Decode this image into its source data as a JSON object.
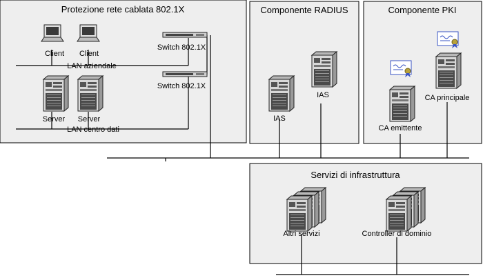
{
  "panels": {
    "wired": {
      "title": "Protezione rete cablata 802.1X"
    },
    "radius": {
      "title": "Componente RADIUS"
    },
    "pki": {
      "title": "Componente PKI"
    },
    "infra": {
      "title": "Servizi di infrastruttura"
    }
  },
  "labels": {
    "client1": "Client",
    "client2": "Client",
    "switch1": "Switch 802.1X",
    "switch2": "Switch 802.1X",
    "lan_corporate": "LAN aziendale",
    "server1": "Server",
    "server2": "Server",
    "lan_datacenter": "LAN centro dati",
    "ias1": "IAS",
    "ias2": "IAS",
    "ca_issuing": "CA emittente",
    "ca_root": "CA principale",
    "other_services": "Altri servizi",
    "domain_controller": "Controller di dominio"
  },
  "colors": {
    "panel_fill": "#eeeeee",
    "panel_border": "#000000",
    "server_light": "#d8d8d8",
    "server_dark": "#5a5a5a",
    "ribbon": "#3a54c4"
  }
}
